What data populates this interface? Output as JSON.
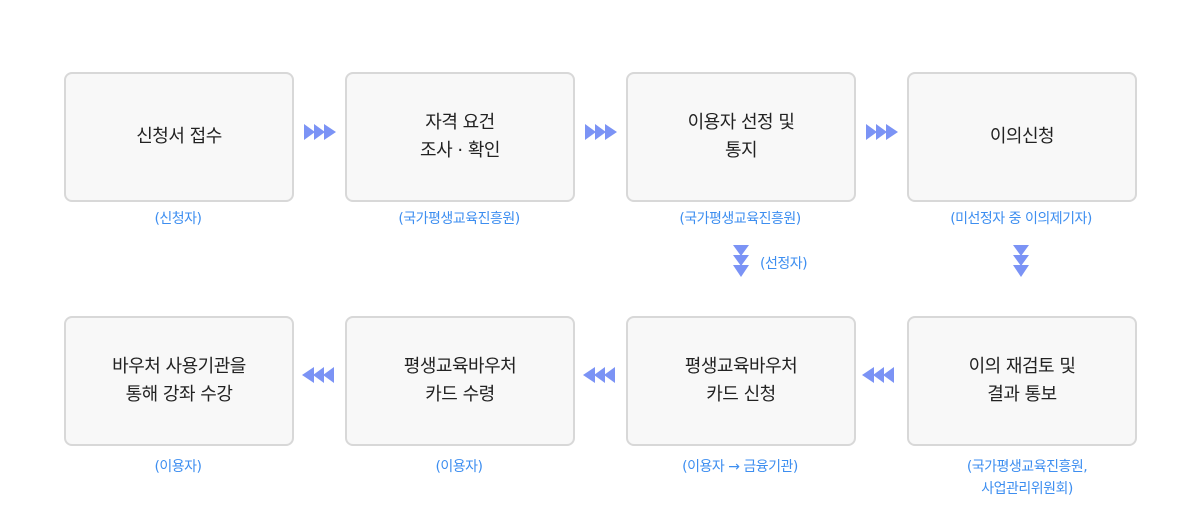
{
  "steps": [
    {
      "title": "신청서 접수",
      "actor": "(신청자)"
    },
    {
      "title": "자격 요건\n조사 · 확인",
      "actor": "(국가평생교육진흥원)"
    },
    {
      "title": "이용자 선정 및\n통지",
      "actor": "(국가평생교육진흥원)"
    },
    {
      "title": "이의신청",
      "actor": "(미선정자 중 이의제기자)"
    },
    {
      "title": "이의 재검토 및\n결과 통보",
      "actor": "(국가평생교육진흥원,\n사업관리위원회)"
    },
    {
      "title": "평생교육바우처\n카드 신청",
      "actor": "(이용자 → 금융기관)"
    },
    {
      "title": "평생교육바우처\n카드 수령",
      "actor": "(이용자)"
    },
    {
      "title": "바우처 사용기관을\n통해 강좌 수강",
      "actor": "(이용자)"
    }
  ],
  "branch_label": "(선정자)",
  "arrow_color": "#7b93f5"
}
